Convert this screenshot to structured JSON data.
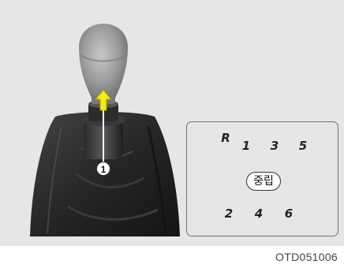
{
  "callout": {
    "number": "1"
  },
  "gears": {
    "reverse": "R",
    "first": "1",
    "second": "2",
    "third": "3",
    "fourth": "4",
    "fifth": "5",
    "sixth": "6",
    "neutral": "중립"
  },
  "caption": {
    "code": "OTD051006"
  },
  "colors": {
    "arrow": "#f4ea1a",
    "knob": "#9a9a9a",
    "boot": "#2b2b2b",
    "background": "#e6e6e6"
  },
  "icons": {
    "lift_arrow": "arrow-up-icon",
    "shift_pattern": "shift-pattern-icon"
  }
}
